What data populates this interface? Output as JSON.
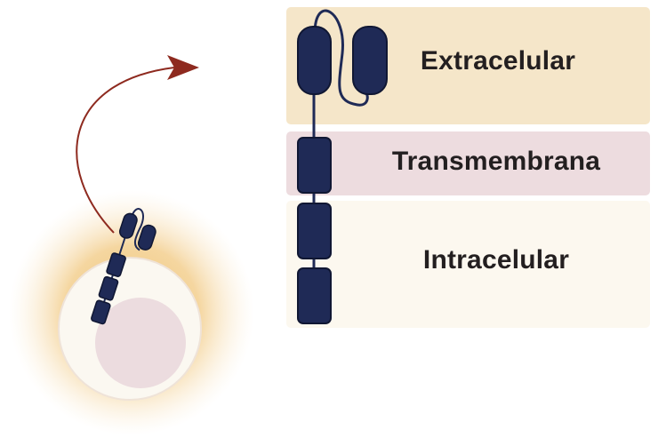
{
  "diagram": {
    "regions": {
      "extracellular": {
        "label": "Extracelular",
        "color": "#f5e6c9"
      },
      "transmembrane": {
        "label": "Transmembrana",
        "color": "#eddcdf"
      },
      "intracellular": {
        "label": "Intracelular",
        "color": "#fcf8ef"
      }
    },
    "colors": {
      "domain_fill": "#1f2a56",
      "domain_stroke": "#101733",
      "arrow": "#8e2a1f",
      "cell_glow": "#f0c374",
      "cell_body": "#fbf8f1",
      "nucleus": "#ecdcdf"
    }
  }
}
